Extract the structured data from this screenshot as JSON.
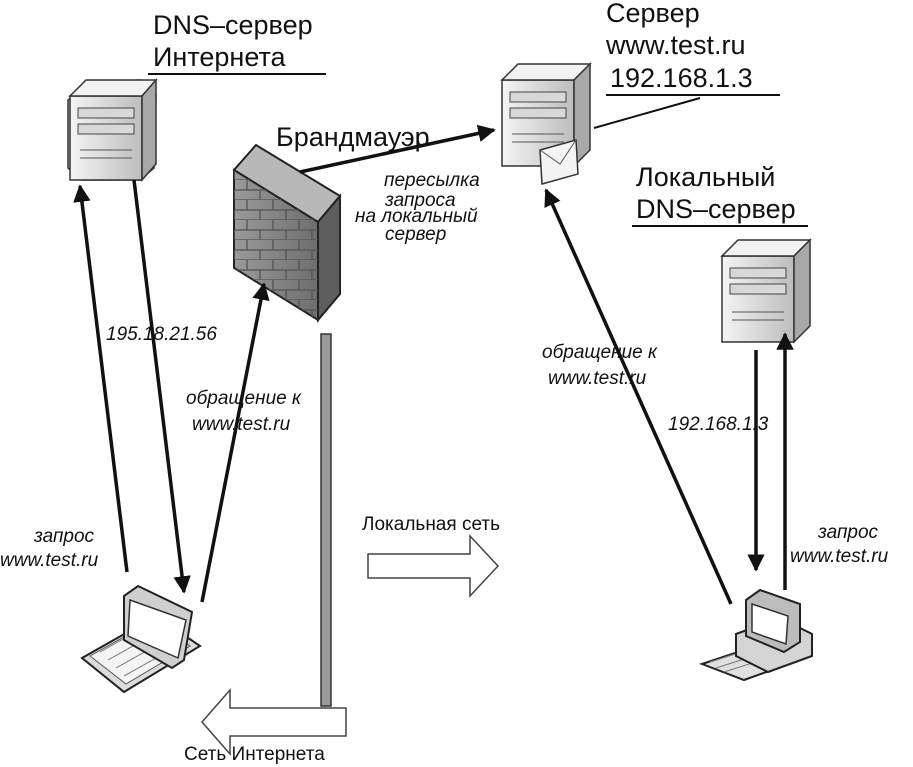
{
  "nodes": {
    "internet_dns": {
      "line1": "DNS–сервер",
      "line2": "Интернета"
    },
    "web_server": {
      "line1": "Сервер",
      "line2": "www.test.ru",
      "line3": "192.168.1.3"
    },
    "local_dns": {
      "line1": "Локальный",
      "line2": "DNS–сервер"
    },
    "firewall": {
      "label": "Брандмауэр"
    }
  },
  "edges": {
    "forward": {
      "line1": "пересылка",
      "line2": "запроса",
      "line3": "на локальный",
      "line4": "сервер"
    },
    "internet_reply_ip": "195.18.21.56",
    "laptop_request": {
      "line1": "запрос",
      "line2": "www.test.ru"
    },
    "laptop_access": {
      "line1": "обращение к",
      "line2": "www.test.ru"
    },
    "pc_access": {
      "line1": "обращение к",
      "line2": "www.test.ru"
    },
    "local_reply_ip": "192.168.1.3",
    "pc_request": {
      "line1": "запрос",
      "line2": "www.test.ru"
    }
  },
  "zones": {
    "local": "Локальная сеть",
    "internet": "Сеть Интернета"
  },
  "colors": {
    "ink": "#111111",
    "server_body": "#e6e6e6",
    "firewall": "#8c8c8c",
    "divider": "#9a9a9a"
  }
}
